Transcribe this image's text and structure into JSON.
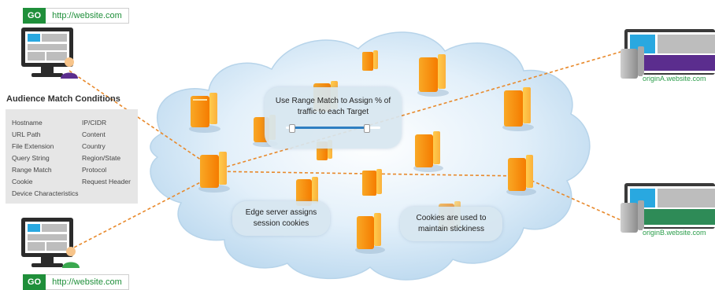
{
  "top_client": {
    "go_label": "GO",
    "url": "http://website.com"
  },
  "bottom_client": {
    "go_label": "GO",
    "url": "http://website.com"
  },
  "audience": {
    "title": "Audience Match Conditions",
    "left_column": [
      "Hostname",
      "URL Path",
      "File Extension",
      "Query String",
      "Range Match",
      "Cookie",
      "Device Characteristics"
    ],
    "right_column": [
      "IP/CIDR",
      "Content",
      "Country",
      "Region/State",
      "Protocol",
      "Request Header"
    ]
  },
  "callouts": {
    "range_match": "Use Range Match to Assign % of traffic to each Target",
    "edge_server": "Edge server assigns session cookies",
    "cookies": "Cookies are used to maintain stickiness"
  },
  "range_slider": {
    "lower_handle": 0.06,
    "upper_handle": 0.85
  },
  "origins": [
    {
      "label": "originA.website.com",
      "accent": "#5b2d8e"
    },
    {
      "label": "originB.website.com",
      "accent": "#2e8b57"
    }
  ],
  "colors": {
    "go_green": "#1f8f3a",
    "connection_line": "#e8892b",
    "cloud": "#cfe6f6"
  }
}
